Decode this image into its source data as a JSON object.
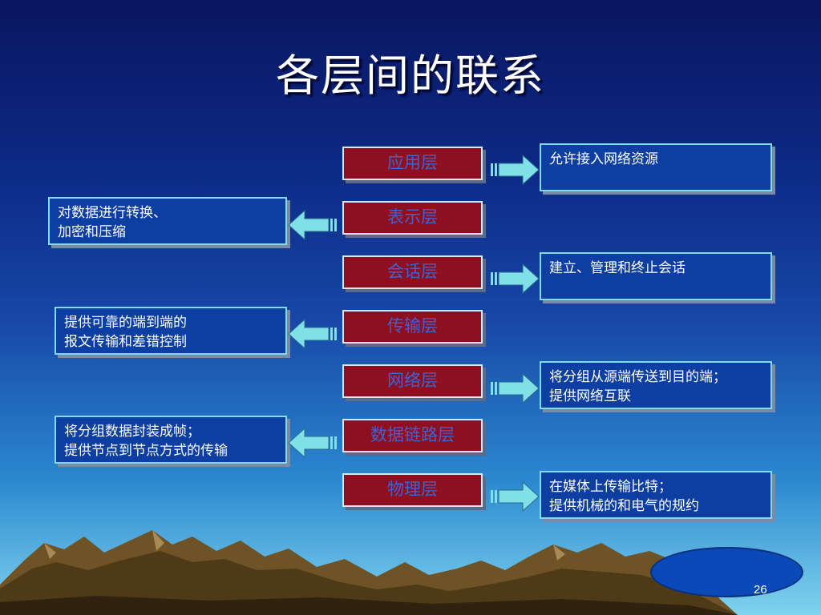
{
  "slide": {
    "title": "各层间的联系",
    "page_number": "26",
    "layers": [
      {
        "label": "应用层"
      },
      {
        "label": "表示层"
      },
      {
        "label": "会话层"
      },
      {
        "label": "传输层"
      },
      {
        "label": "网络层"
      },
      {
        "label": "数据链路层"
      },
      {
        "label": "物理层"
      }
    ],
    "descriptions": {
      "application": "允许接入网络资源",
      "presentation": "对数据进行转换、\n加密和压缩",
      "session": "建立、管理和终止会话",
      "transport": "提供可靠的端到端的\n报文传输和差错控制",
      "network": "将分组从源端传送到目的端；\n提供网络互联",
      "datalink": "将分组数据封装成帧；\n提供节点到节点方式的传输",
      "physical": "在媒体上传输比特；\n提供机械的和电气的规约"
    },
    "colors": {
      "layer_fill": "#8e1020",
      "layer_text": "#3a63d6",
      "desc_fill": "#0d3fa3",
      "desc_border": "#7fdcec",
      "arrow_fill": "#7fe0e8"
    }
  }
}
